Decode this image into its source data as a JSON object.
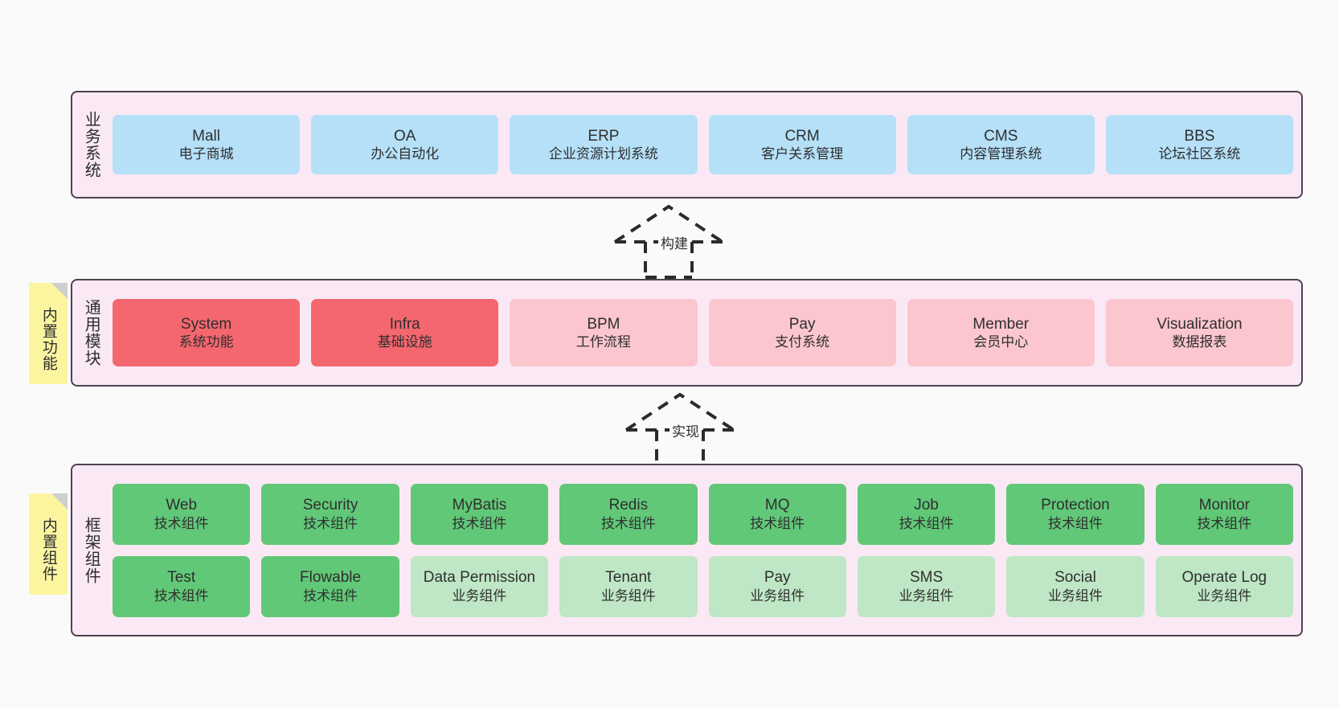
{
  "diagram": {
    "title_hidden": "",
    "colors": {
      "layer_bg": "#fae9f4",
      "layer_border": "#4d4350",
      "business_card": "#b5e0f8",
      "module_primary": "#f4676e",
      "module_secondary": "#fbc6ce",
      "component_tech": "#61c878",
      "component_business": "#bfe7c5",
      "note_bg": "#fbf5a0",
      "note_fold": "#cfcfcf",
      "canvas_bg": "#fafafa"
    }
  },
  "layers": [
    {
      "id": "business",
      "label": "业务系统",
      "rows": [
        {
          "cards": [
            {
              "name": "Mall",
              "desc": "电子商城",
              "style": "c-blue"
            },
            {
              "name": "OA",
              "desc": "办公自动化",
              "style": "c-blue"
            },
            {
              "name": "ERP",
              "desc": "企业资源计划系统",
              "style": "c-blue"
            },
            {
              "name": "CRM",
              "desc": "客户关系管理",
              "style": "c-blue"
            },
            {
              "name": "CMS",
              "desc": "内容管理系统",
              "style": "c-blue"
            },
            {
              "name": "BBS",
              "desc": "论坛社区系统",
              "style": "c-blue"
            }
          ]
        }
      ]
    },
    {
      "id": "common",
      "label": "通用模块",
      "rows": [
        {
          "cards": [
            {
              "name": "System",
              "desc": "系统功能",
              "style": "c-red"
            },
            {
              "name": "Infra",
              "desc": "基础设施",
              "style": "c-red"
            },
            {
              "name": "BPM",
              "desc": "工作流程",
              "style": "c-pink"
            },
            {
              "name": "Pay",
              "desc": "支付系统",
              "style": "c-pink"
            },
            {
              "name": "Member",
              "desc": "会员中心",
              "style": "c-pink"
            },
            {
              "name": "Visualization",
              "desc": "数据报表",
              "style": "c-pink"
            }
          ]
        }
      ]
    },
    {
      "id": "framework",
      "label": "框架组件",
      "rows": [
        {
          "cards": [
            {
              "name": "Web",
              "desc": "技术组件",
              "style": "c-green"
            },
            {
              "name": "Security",
              "desc": "技术组件",
              "style": "c-green"
            },
            {
              "name": "MyBatis",
              "desc": "技术组件",
              "style": "c-green"
            },
            {
              "name": "Redis",
              "desc": "技术组件",
              "style": "c-green"
            },
            {
              "name": "MQ",
              "desc": "技术组件",
              "style": "c-green"
            },
            {
              "name": "Job",
              "desc": "技术组件",
              "style": "c-green"
            },
            {
              "name": "Protection",
              "desc": "技术组件",
              "style": "c-green"
            },
            {
              "name": "Monitor",
              "desc": "技术组件",
              "style": "c-green"
            }
          ]
        },
        {
          "cards": [
            {
              "name": "Test",
              "desc": "技术组件",
              "style": "c-green"
            },
            {
              "name": "Flowable",
              "desc": "技术组件",
              "style": "c-green"
            },
            {
              "name": "Data Permission",
              "desc": "业务组件",
              "style": "c-lightgreen"
            },
            {
              "name": "Tenant",
              "desc": "业务组件",
              "style": "c-lightgreen"
            },
            {
              "name": "Pay",
              "desc": "业务组件",
              "style": "c-lightgreen"
            },
            {
              "name": "SMS",
              "desc": "业务组件",
              "style": "c-lightgreen"
            },
            {
              "name": "Social",
              "desc": "业务组件",
              "style": "c-lightgreen"
            },
            {
              "name": "Operate Log",
              "desc": "业务组件",
              "style": "c-lightgreen"
            }
          ]
        }
      ]
    }
  ],
  "notes": [
    {
      "id": "note-common",
      "label": "内置功能"
    },
    {
      "id": "note-framework",
      "label": "内置组件"
    }
  ],
  "connectors": [
    {
      "id": "conn-build",
      "label": "构建"
    },
    {
      "id": "conn-impl",
      "label": "实现"
    }
  ]
}
